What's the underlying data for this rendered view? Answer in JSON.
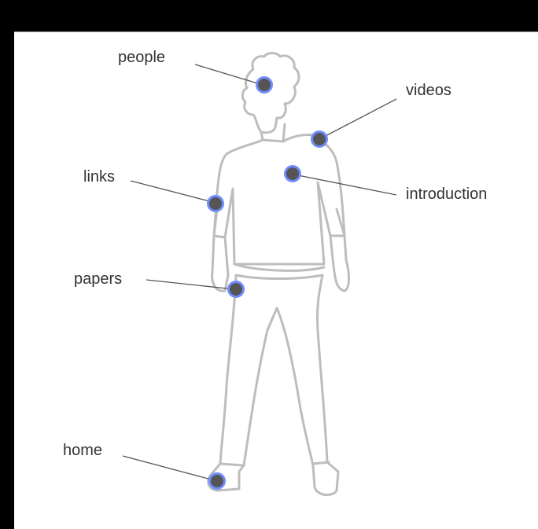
{
  "menu": {
    "people": "people",
    "videos": "videos",
    "links": "links",
    "introduction": "introduction",
    "papers": "papers",
    "home": "home"
  },
  "colors": {
    "background": "#ffffff",
    "frame": "#000000",
    "outline": "#bdbdbd",
    "dot_fill": "#555555",
    "dot_ring": "#6f8cff",
    "leader_line": "#555555",
    "label_text": "#333333"
  },
  "icons": {
    "figure": "human-silhouette-icon",
    "dot": "hotspot-dot-icon"
  }
}
